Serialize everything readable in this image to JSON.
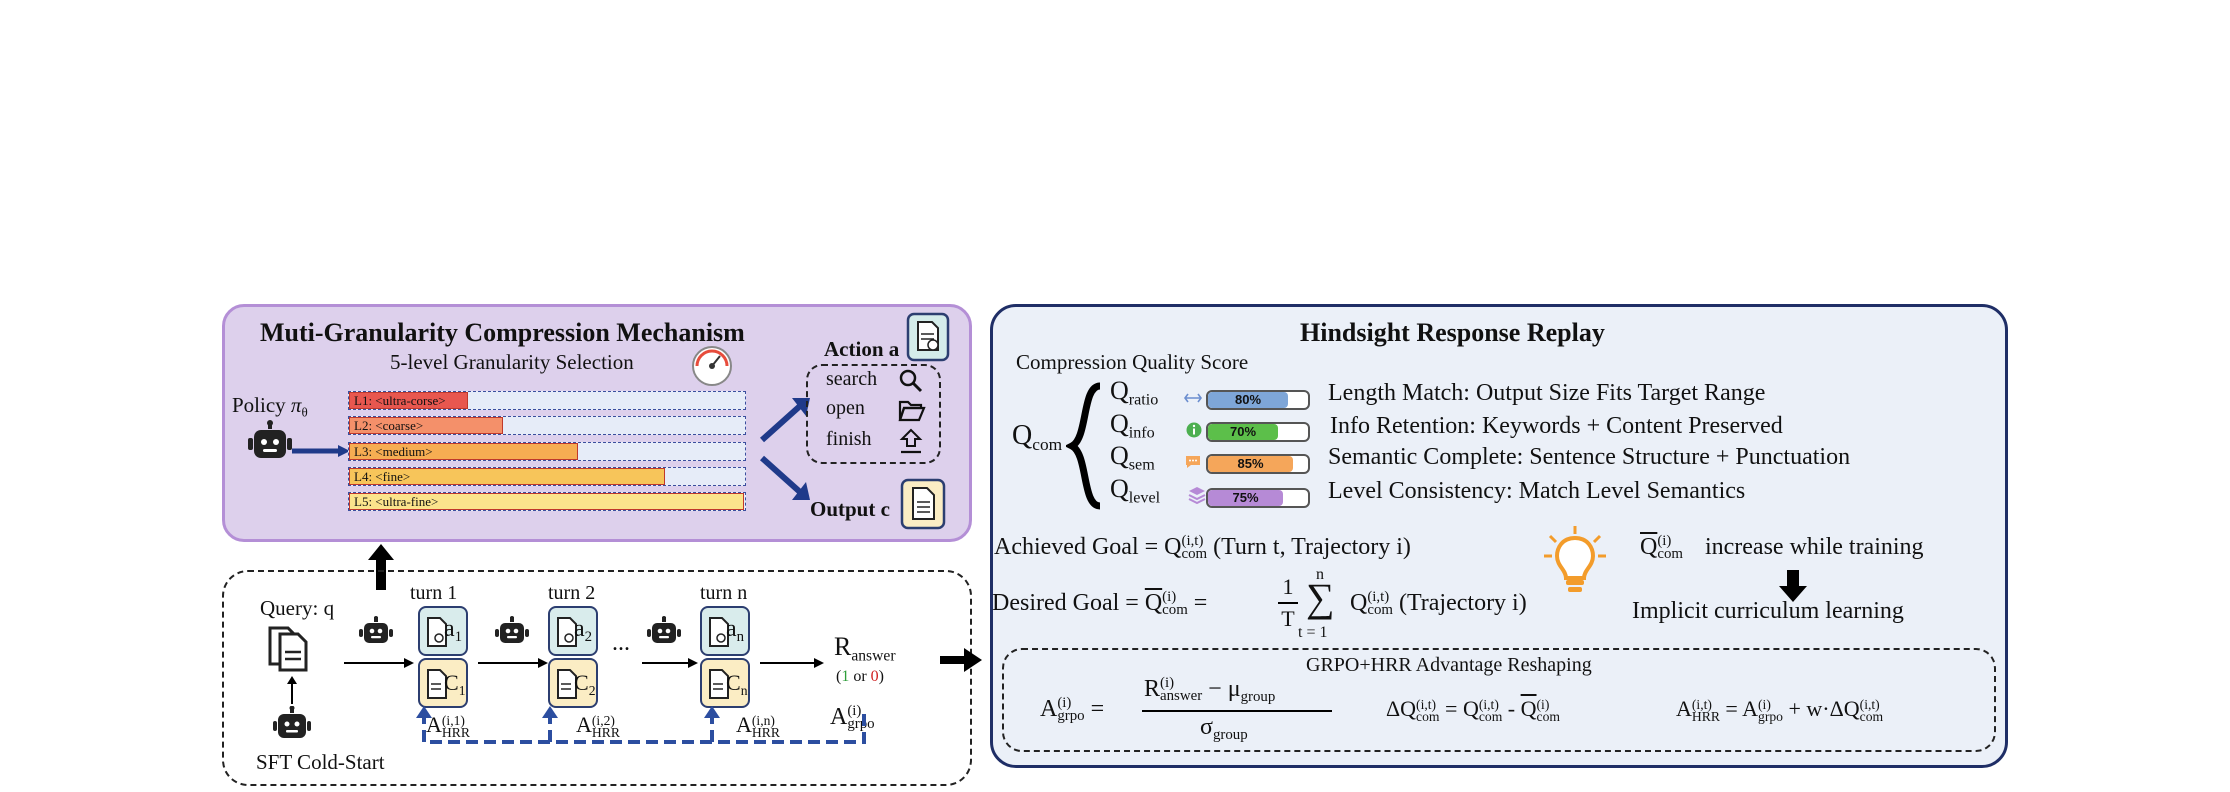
{
  "mgc": {
    "title": "Muti-Granularity Compression Mechanism",
    "subtitle": "5-level Granularity Selection",
    "policy_label": "Policy",
    "policy_symbol": "π",
    "policy_sub": "θ",
    "levels": [
      {
        "label": "L1: <ultra-corse>",
        "fill": 0.3,
        "color": "#e8574f"
      },
      {
        "label": "L2: <coarse>",
        "fill": 0.39,
        "color": "#f4906a"
      },
      {
        "label": "L3: <medium>",
        "fill": 0.58,
        "color": "#f6ad52"
      },
      {
        "label": "L4: <fine>",
        "fill": 0.8,
        "color": "#f7c55a"
      },
      {
        "label": "L5: <ultra-fine>",
        "fill": 1.0,
        "color": "#fbe48c"
      }
    ],
    "action_title": "Action a",
    "actions": [
      {
        "label": "search",
        "icon": "search-icon"
      },
      {
        "label": "open",
        "icon": "folder-open-icon"
      },
      {
        "label": "finish",
        "icon": "upload-icon"
      }
    ],
    "output_title": "Output c"
  },
  "hrr": {
    "title": "Hindsight Response Replay",
    "cqs_label": "Compression Quality Score",
    "qcom": "Q",
    "qcom_sub": "com",
    "metrics": [
      {
        "sym": "Q",
        "sub": "ratio",
        "icon": "arrows-icon",
        "value": 80,
        "value_label": "80%",
        "color": "#7ea6d8",
        "desc": "Length Match: Output Size Fits Target Range"
      },
      {
        "sym": "Q",
        "sub": "info",
        "icon": "info-icon",
        "value": 70,
        "value_label": "70%",
        "color": "#5cbf4a",
        "desc": "Info Retention: Keywords + Content Preserved"
      },
      {
        "sym": "Q",
        "sub": "sem",
        "icon": "chat-icon",
        "value": 85,
        "value_label": "85%",
        "color": "#f5a65a",
        "desc": "Semantic Complete: Sentence Structure + Punctuation"
      },
      {
        "sym": "Q",
        "sub": "level",
        "icon": "layers-icon",
        "value": 75,
        "value_label": "75%",
        "color": "#b68ad6",
        "desc": "Level Consistency: Match Level Semantics"
      }
    ],
    "achieved_label": "Achieved Goal =",
    "achieved_note": "(Turn t, Trajectory i)",
    "desired_label": "Desired Goal =",
    "desired_note": "(Trajectory i)",
    "frac_num": "1",
    "frac_den": "T",
    "sum_top": "n",
    "sum_bottom": "t = 1",
    "increase_text": "increase while training",
    "curriculum_text": "Implicit curriculum learning",
    "reshaping_title": "GRPO+HRR Advantage Reshaping",
    "sup_it": "(i,t)",
    "sup_i": "(i)",
    "mu_group": "μ",
    "sigma_group": "σ",
    "group_sub": "group",
    "w_label": "w·ΔQ",
    "delta_q": "ΔQ"
  },
  "flow": {
    "query_label": "Query: q",
    "sft_label": "SFT Cold-Start",
    "turns": [
      {
        "label": "turn 1",
        "a": "a",
        "a_sub": "1",
        "c": "C",
        "c_sub": "1",
        "adv_sup": "(i,1)"
      },
      {
        "label": "turn 2",
        "a": "a",
        "a_sub": "2",
        "c": "C",
        "c_sub": "2",
        "adv_sup": "(i,2)"
      },
      {
        "label": "turn n",
        "a": "a",
        "a_sub": "n",
        "c": "C",
        "c_sub": "n",
        "adv_sup": "(i,n)"
      }
    ],
    "ellipsis": "...",
    "adv_sym": "A",
    "adv_sub": "HRR",
    "r_answer": "R",
    "r_answer_sub": "answer",
    "r_open": "(",
    "r_one": "1",
    "r_or": " or ",
    "r_zero": "0",
    "r_close": ")",
    "a_grpo": "A",
    "a_grpo_sub": "grpo",
    "a_grpo_sup": "(i)"
  }
}
